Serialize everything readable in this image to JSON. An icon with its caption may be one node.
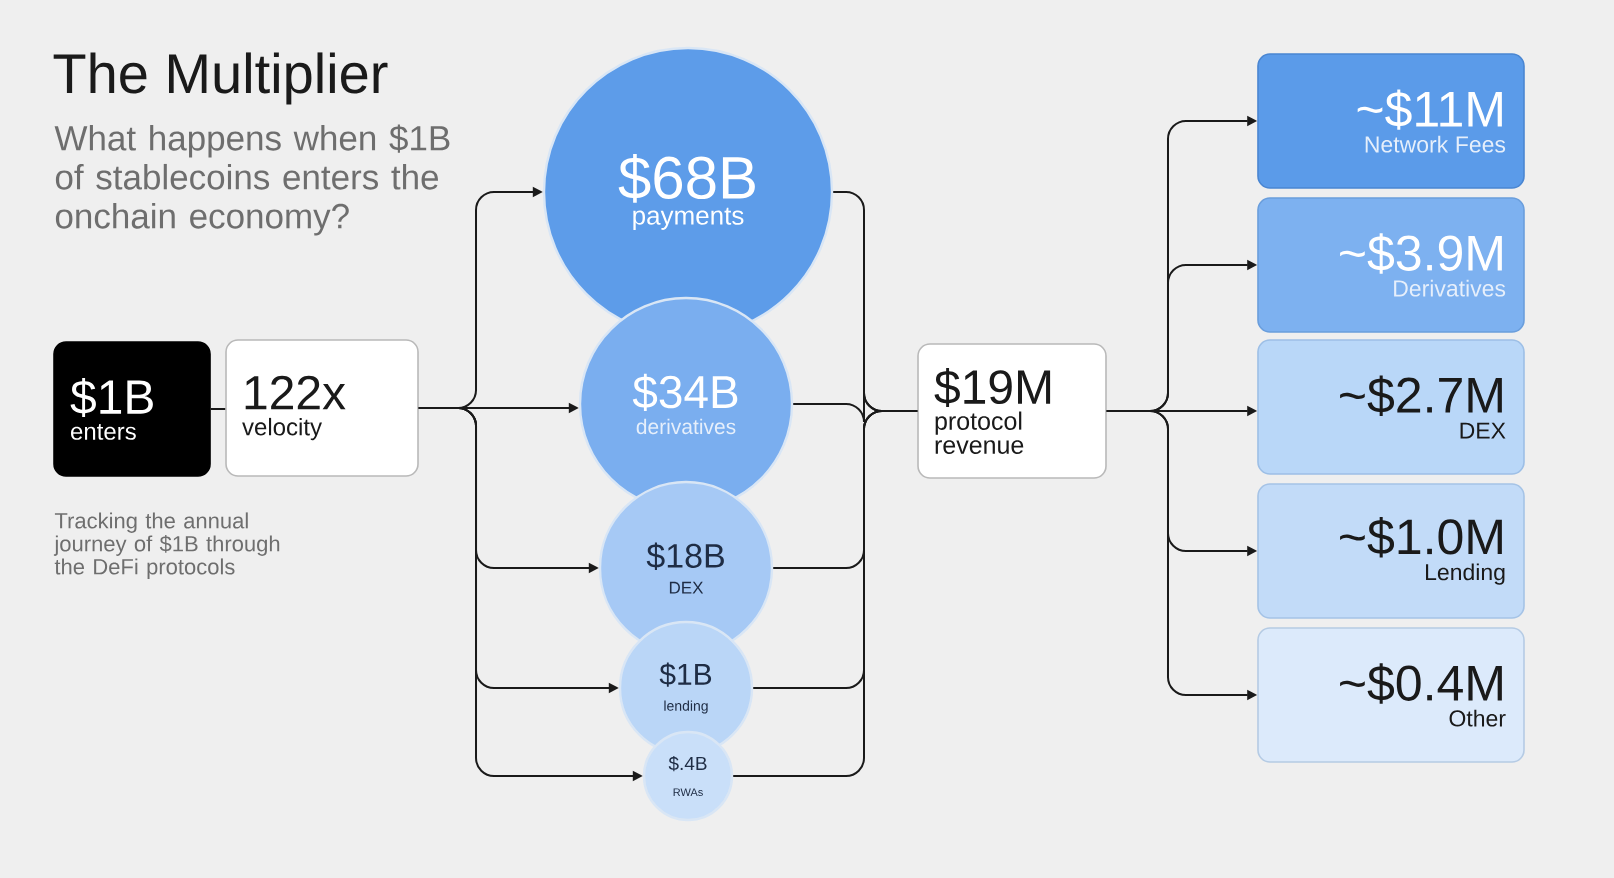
{
  "diagram": {
    "title": "The Multiplier",
    "nodes": [
      {
        "text": [
          "$1B",
          "enters"
        ]
      },
      {
        "text": [
          "122x",
          "velocity"
        ]
      },
      {
        "text": [
          "$68B",
          "payments"
        ]
      },
      {
        "text": [
          "$34B",
          "derivatives"
        ]
      },
      {
        "text": [
          "$18B",
          "DEX"
        ]
      },
      {
        "text": [
          "$1B",
          "lending"
        ]
      },
      {
        "text": [
          "$.4B",
          "RWAs"
        ]
      },
      {
        "text": [
          "$19M",
          "protocol revenue"
        ]
      },
      {
        "text": [
          "~$11M",
          "Network Fees"
        ]
      },
      {
        "text": [
          "~$3.9M",
          "Derivatives"
        ]
      },
      {
        "text": [
          "~$2.7M",
          "DEX"
        ]
      },
      {
        "text": [
          "~$1.0M",
          "Lending"
        ]
      },
      {
        "text": [
          "~$0.4M",
          "Other"
        ]
      }
    ],
    "edges": [
      {
        "from": 0,
        "to": 1,
        "arrow": "none"
      },
      {
        "from": 1,
        "to": 2,
        "arrow": "to"
      },
      {
        "from": 1,
        "to": 3,
        "arrow": "to"
      },
      {
        "from": 1,
        "to": 4,
        "arrow": "to"
      },
      {
        "from": 1,
        "to": 5,
        "arrow": "to"
      },
      {
        "from": 1,
        "to": 6,
        "arrow": "to"
      },
      {
        "from": 2,
        "to": 7,
        "arrow": "none"
      },
      {
        "from": 3,
        "to": 7,
        "arrow": "none"
      },
      {
        "from": 4,
        "to": 7,
        "arrow": "none"
      },
      {
        "from": 5,
        "to": 7,
        "arrow": "none"
      },
      {
        "from": 6,
        "to": 7,
        "arrow": "none"
      },
      {
        "from": 7,
        "to": 8,
        "arrow": "to"
      },
      {
        "from": 7,
        "to": 9,
        "arrow": "to"
      },
      {
        "from": 7,
        "to": 10,
        "arrow": "to"
      },
      {
        "from": 7,
        "to": 11,
        "arrow": "to"
      },
      {
        "from": 7,
        "to": 12,
        "arrow": "to"
      }
    ],
    "labels": [
      "What happens when $1B of stablecoins enters the onchain economy?",
      "Tracking the annual journey of $1B through the DeFi protocols"
    ]
  }
}
